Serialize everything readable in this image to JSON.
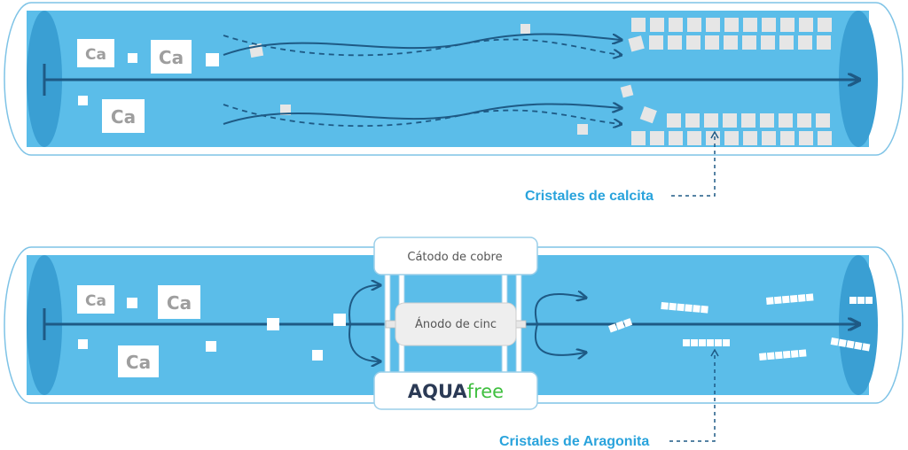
{
  "top_pipe": {
    "ca_labels": [
      "Ca",
      "Ca",
      "Ca"
    ],
    "crystals_label": "Cristales de calcita"
  },
  "bottom_pipe": {
    "ca_labels": [
      "Ca",
      "Ca",
      "Ca"
    ],
    "cathode_label": "Cátodo de cobre",
    "anode_label": "Ánodo de cinc",
    "brand": {
      "part1": "AQUA",
      "part2": "free"
    },
    "crystals_label": "Cristales de Aragonita"
  },
  "colors": {
    "water": "#5bbde9",
    "water_dark": "#3a9fd3",
    "pipe_outline": "#7ec3e6",
    "arrow": "#1e5a85",
    "label": "#29a3dc",
    "brand_dark": "#2b3a55",
    "brand_green": "#3fbf3f"
  }
}
